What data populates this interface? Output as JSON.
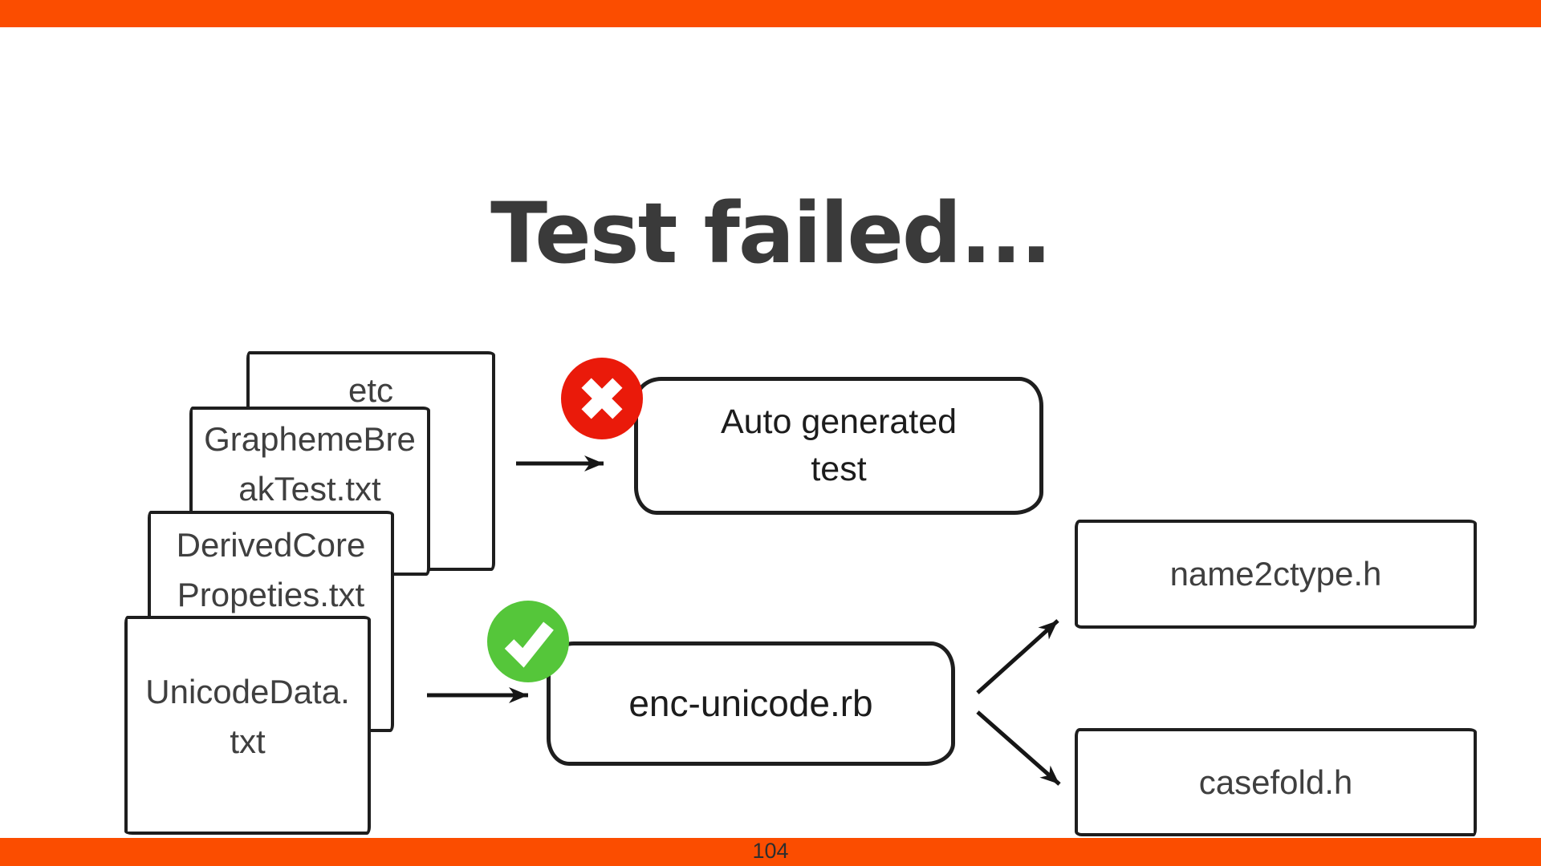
{
  "theme": {
    "accent": "#fb4d00",
    "title_color": "#3a3a3a",
    "box_border": "#1e1e1e",
    "label_color": "#3f3f3f",
    "dark_text": "#1c1c1c",
    "error_red": "#ea1a0a",
    "success_green": "#55c63a",
    "arrow_color": "#161616",
    "page_num_color": "#2e2e2e"
  },
  "header": {
    "title": "Test failed..."
  },
  "footer": {
    "page_number": "104"
  },
  "diagram": {
    "source_files": [
      {
        "lines": [
          "etc"
        ]
      },
      {
        "lines": [
          "GraphemeBre",
          "akTest.txt"
        ]
      },
      {
        "lines": [
          "DerivedCore",
          "Propeties.txt"
        ]
      },
      {
        "lines": [
          "UnicodeData.",
          "txt"
        ]
      }
    ],
    "failed_flow": {
      "icon": "cross-circle",
      "label_lines": [
        "Auto generated",
        "test"
      ]
    },
    "success_flow": {
      "icon": "check-circle",
      "label": "enc-unicode.rb"
    },
    "outputs": [
      {
        "label": "name2ctype.h"
      },
      {
        "label": "casefold.h"
      }
    ]
  }
}
